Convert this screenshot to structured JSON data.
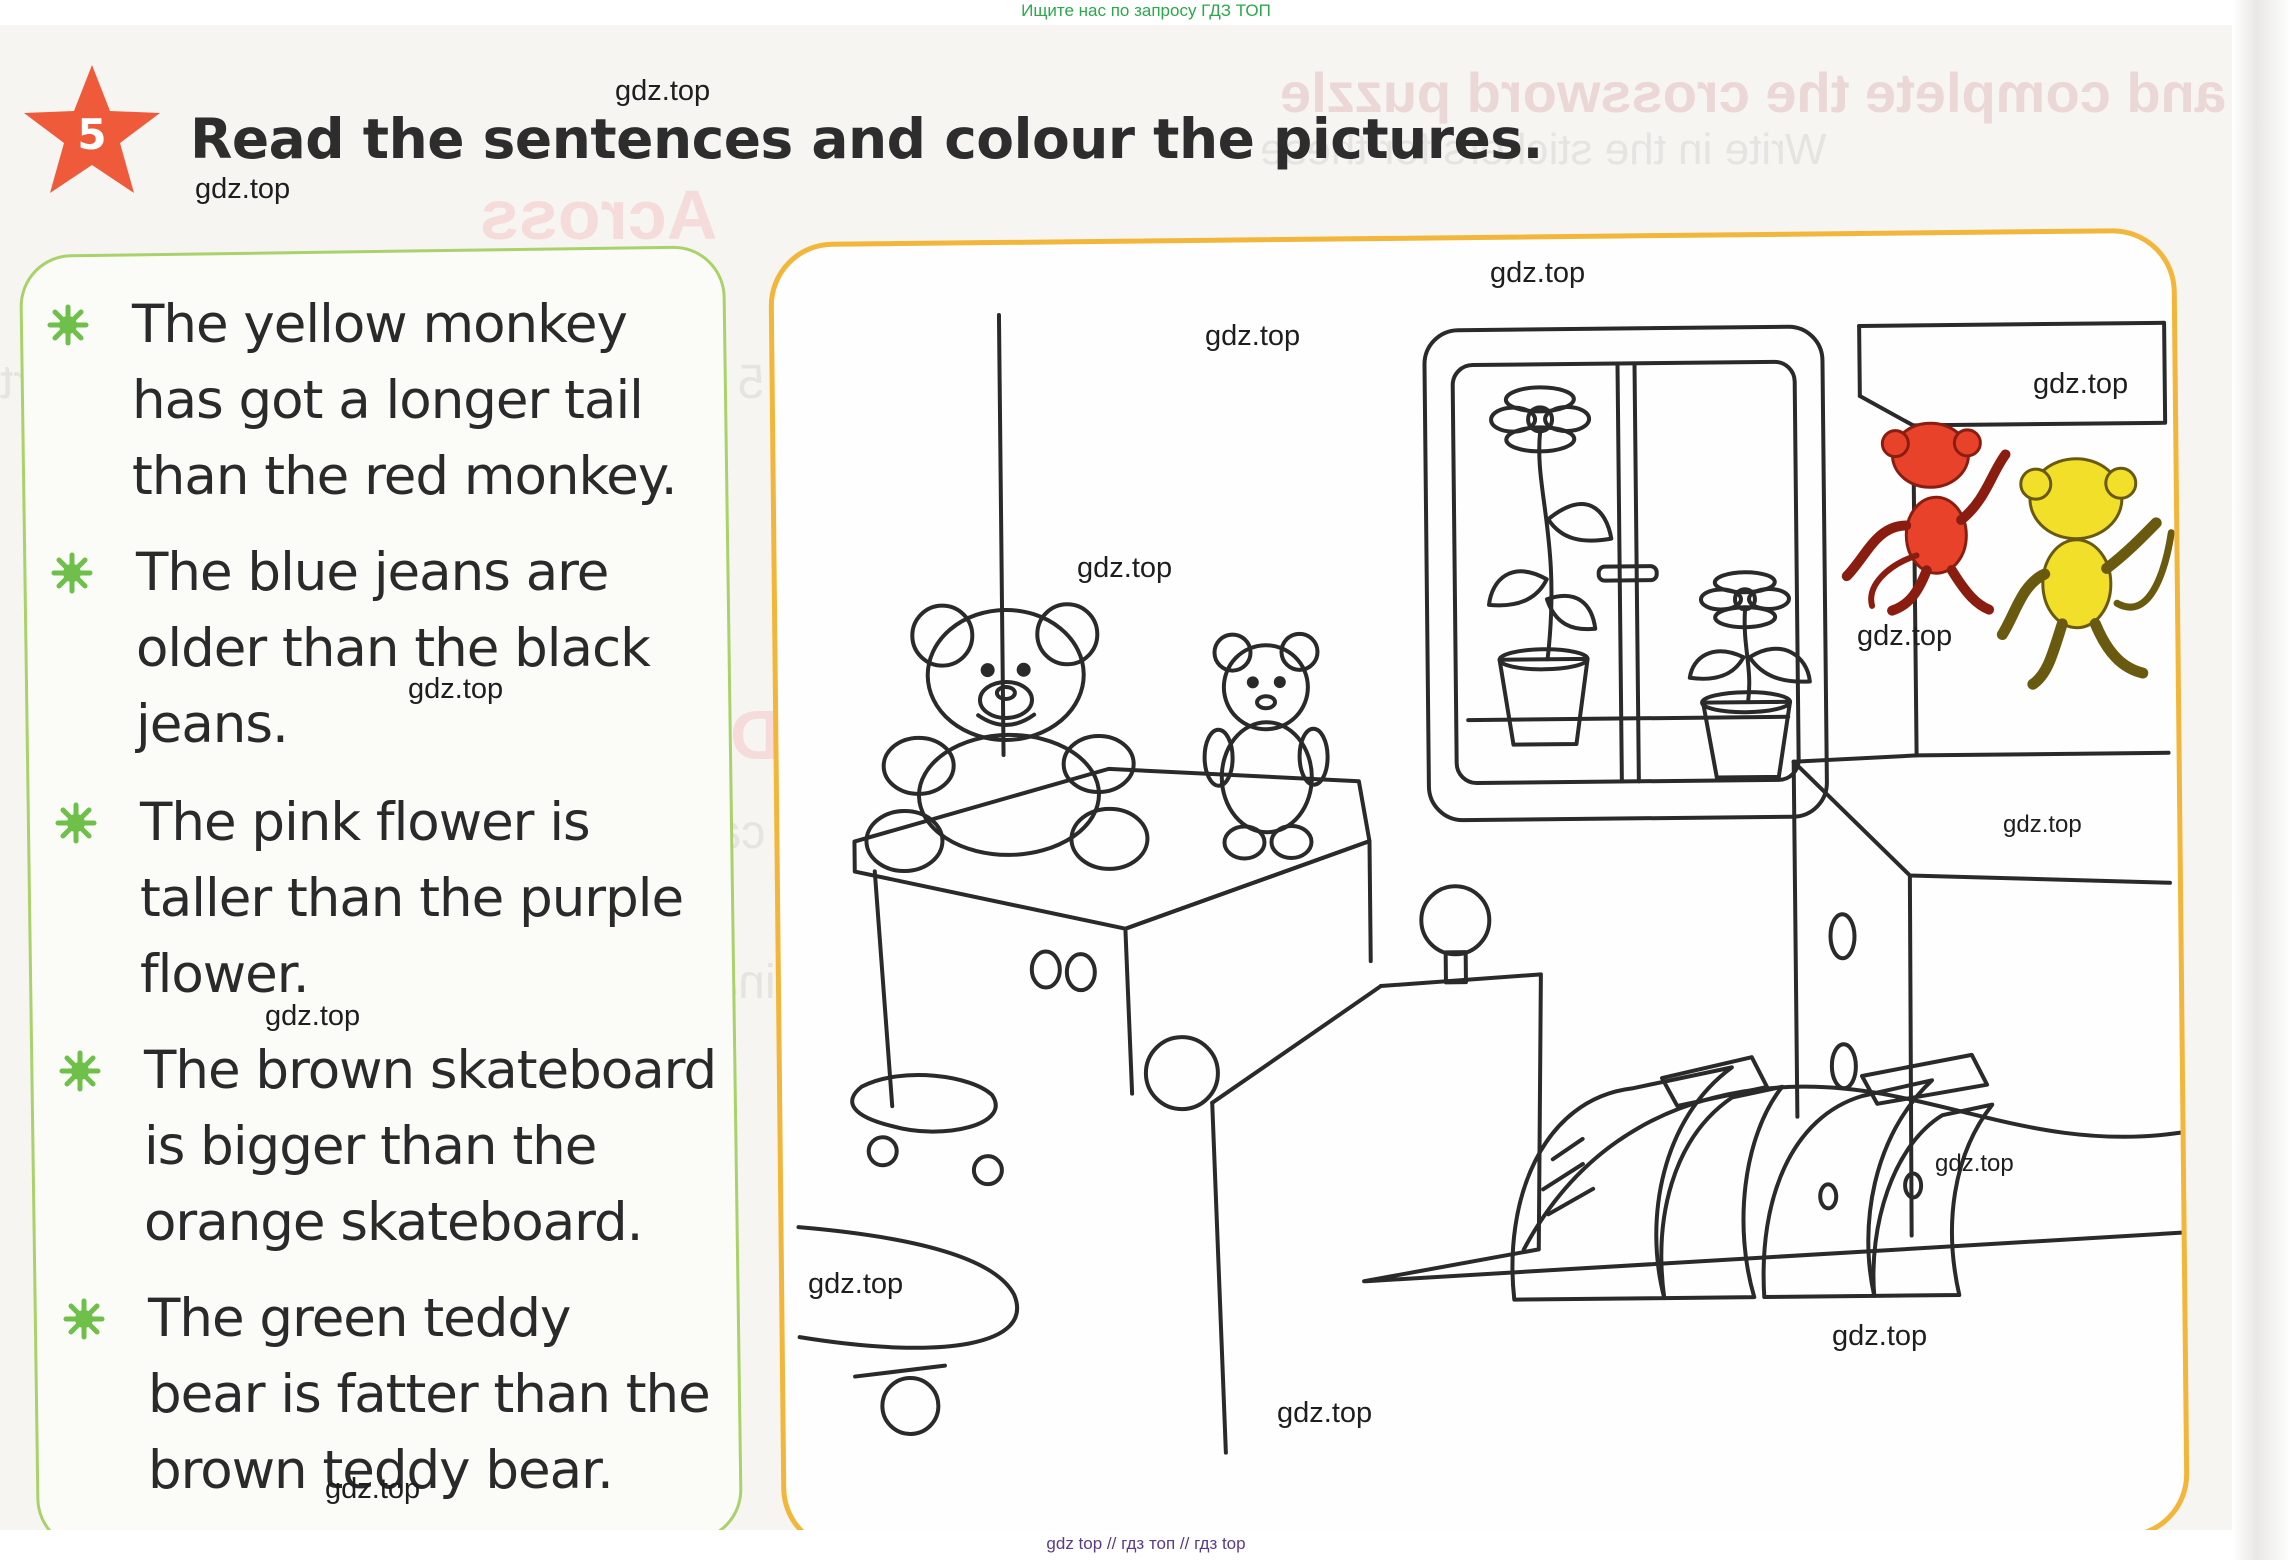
{
  "top_banner": "Ищите нас по запросу ГДЗ ТОП",
  "bottom_banner": "gdz top  //  гдз топ  //  гдз top",
  "exercise": {
    "number": "5",
    "instruction": "Read the sentences and colour the pictures."
  },
  "sentences": [
    [
      "The yellow monkey",
      "has got a longer tail",
      "than the red monkey."
    ],
    [
      "The blue jeans are",
      "older than the black",
      "jeans."
    ],
    [
      "The pink flower is",
      "taller than the purple",
      "flower."
    ],
    [
      "The brown skateboard",
      "is bigger than the",
      "orange skateboard."
    ],
    [
      "The green teddy",
      "bear is fatter than the",
      "brown teddy bear."
    ]
  ],
  "watermark": "gdz.top",
  "colors": {
    "star": "#ef5a3a",
    "panel_border": "#a9d26a",
    "bullet": "#6fc04a",
    "frame_border": "#f2b63b",
    "red_monkey": "#e8432a",
    "yellow_monkey": "#f1df2a"
  },
  "icons": [
    "star-badge-icon",
    "green-star-bullet-icon"
  ]
}
